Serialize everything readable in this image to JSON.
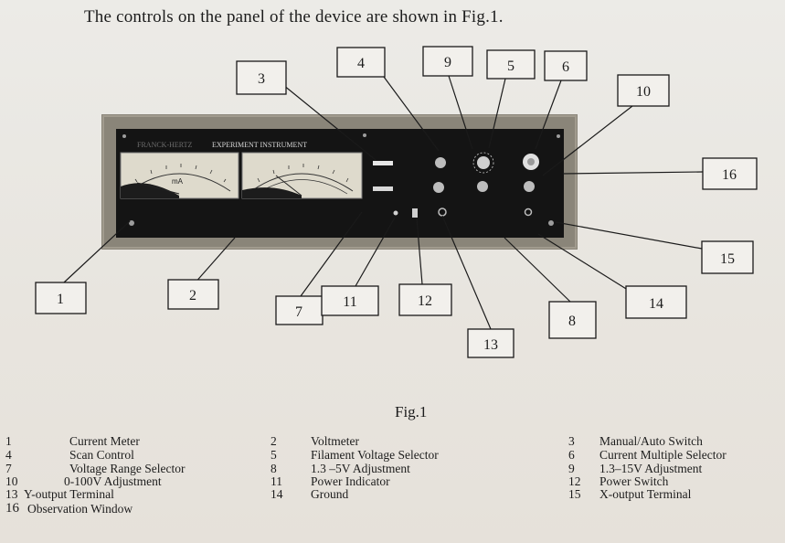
{
  "heading": "The controls on the panel of the device are shown in Fig.1.",
  "device": {
    "brand": "FRANCK-HERTZ",
    "model": "EXPERIMENT INSTRUMENT",
    "meter_unit_current": "mA"
  },
  "callouts": [
    "1",
    "2",
    "3",
    "4",
    "5",
    "6",
    "7",
    "8",
    "9",
    "10",
    "11",
    "12",
    "13",
    "14",
    "15",
    "16"
  ],
  "caption": "Fig.1",
  "legend": [
    {
      "num": "1",
      "label": "Current Meter"
    },
    {
      "num": "2",
      "label": "Voltmeter"
    },
    {
      "num": "3",
      "label": "Manual/Auto Switch"
    },
    {
      "num": "4",
      "label": "Scan Control"
    },
    {
      "num": "5",
      "label": "Filament Voltage Selector"
    },
    {
      "num": "6",
      "label": "Current Multiple Selector"
    },
    {
      "num": "7",
      "label": "Voltage Range Selector"
    },
    {
      "num": "8",
      "label": "1.3 –5V Adjustment"
    },
    {
      "num": "9",
      "label": "1.3–15V Adjustment"
    },
    {
      "num": "10",
      "label": "0-100V Adjustment"
    },
    {
      "num": "11",
      "label": "Power Indicator"
    },
    {
      "num": "12",
      "label": "Power Switch"
    },
    {
      "num": "13",
      "label": "Y-output Terminal"
    },
    {
      "num": "14",
      "label": "Ground"
    },
    {
      "num": "15",
      "label": "X-output Terminal"
    },
    {
      "num": "16",
      "label": "Observation Window"
    }
  ],
  "colors": {
    "frame": "#8a8579",
    "panel": "#141414",
    "meter_face": "#e4e0d2",
    "line": "#1a1a1a"
  }
}
